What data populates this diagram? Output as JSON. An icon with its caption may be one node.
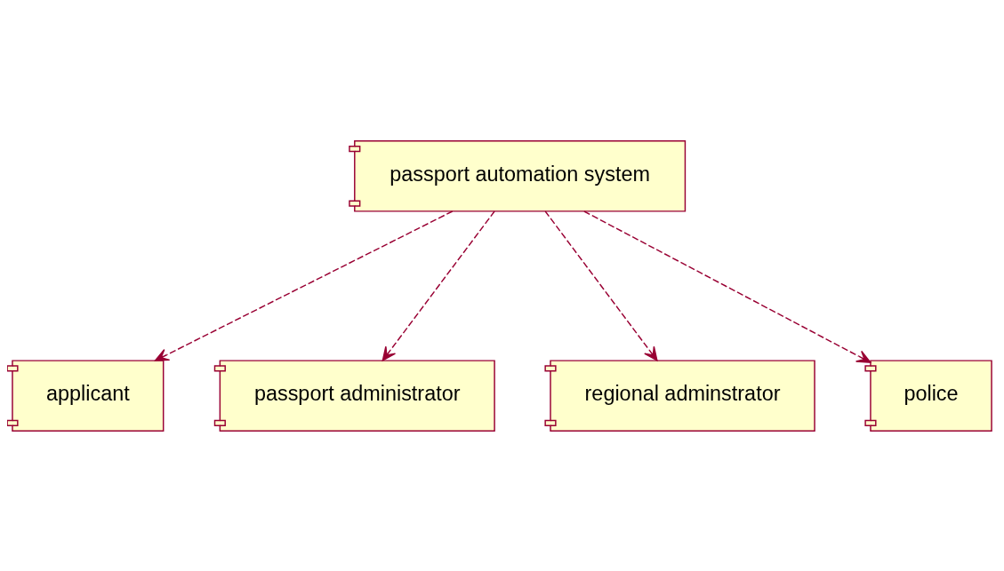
{
  "diagram": {
    "nodes": [
      {
        "text": [
          "passport automation system"
        ]
      },
      {
        "text": [
          "applicant"
        ]
      },
      {
        "text": [
          "passport administrator"
        ]
      },
      {
        "text": [
          "regional adminstrator"
        ]
      },
      {
        "text": [
          "police"
        ]
      }
    ],
    "edges": [
      {
        "from": 0,
        "to": 1,
        "arrow": "to",
        "style": "dashed"
      },
      {
        "from": 0,
        "to": 2,
        "arrow": "to",
        "style": "dashed"
      },
      {
        "from": 0,
        "to": 3,
        "arrow": "to",
        "style": "dashed"
      },
      {
        "from": 0,
        "to": 4,
        "arrow": "to",
        "style": "dashed"
      }
    ]
  }
}
